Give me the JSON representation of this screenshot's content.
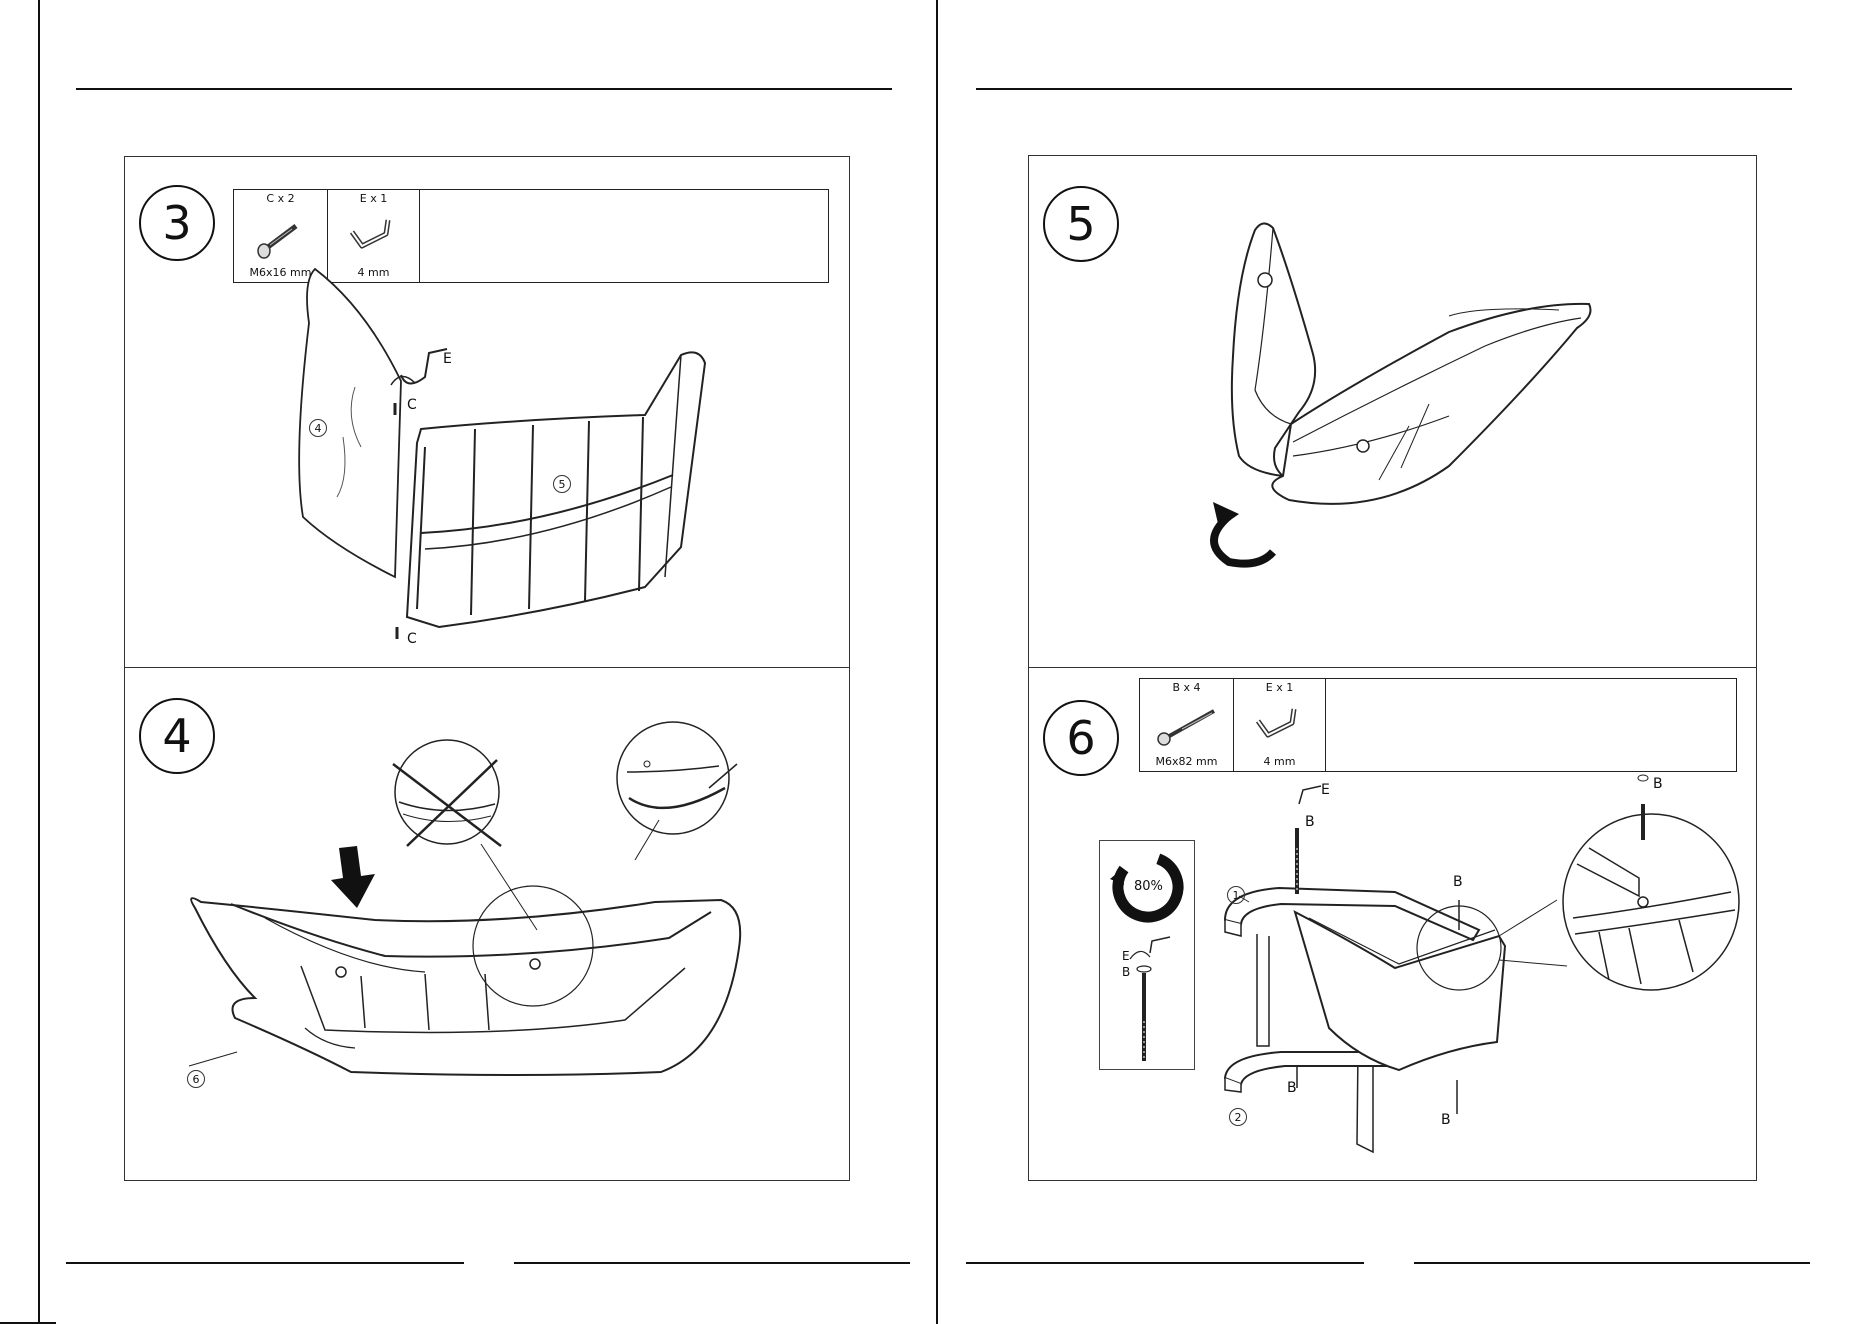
{
  "left_page": {
    "step3": {
      "number": "3",
      "parts": [
        {
          "qty": "C x 2",
          "size": "M6x16 mm",
          "icon": "bolt-icon"
        },
        {
          "qty": "E x 1",
          "size": "4 mm",
          "icon": "allen-key-icon"
        }
      ],
      "labels": {
        "e": "E",
        "c_top": "C",
        "c_bottom": "C",
        "part4": "4",
        "part5": "5"
      }
    },
    "step4": {
      "number": "4",
      "labels": {
        "part6": "6"
      }
    }
  },
  "right_page": {
    "step5": {
      "number": "5"
    },
    "step6": {
      "number": "6",
      "parts": [
        {
          "qty": "B x 4",
          "size": "M6x82 mm",
          "icon": "long-bolt-icon"
        },
        {
          "qty": "E x 1",
          "size": "4 mm",
          "icon": "allen-key-icon"
        }
      ],
      "torque": "80%",
      "labels": {
        "e_top": "E",
        "b_top": "B",
        "b_top_right": "B",
        "b_mid": "B",
        "b_low": "B",
        "b_bottom": "B",
        "e_inset": "E",
        "b_inset": "B",
        "part1": "1",
        "part2": "2"
      }
    }
  }
}
